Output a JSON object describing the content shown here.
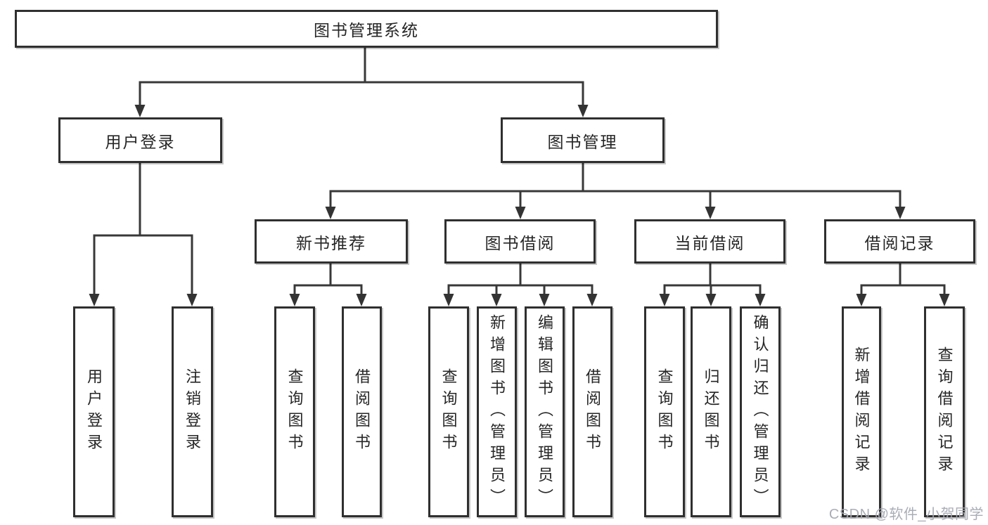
{
  "diagram": {
    "root_label": "图书管理系统",
    "branches": [
      {
        "label": "用户登录",
        "children": [
          "用户登录",
          "注销登录"
        ]
      },
      {
        "label": "图书管理",
        "sections": [
          {
            "label": "新书推荐",
            "children": [
              "查询图书",
              "借阅图书"
            ]
          },
          {
            "label": "图书借阅",
            "children": [
              "查询图书",
              "新增图书（管理员）",
              "编辑图书（管理员）",
              "借阅图书"
            ]
          },
          {
            "label": "当前借阅",
            "children": [
              "查询图书",
              "归还图书",
              "确认归还（管理员）"
            ]
          },
          {
            "label": "借阅记录",
            "children": [
              "新增借阅记录",
              "查询借阅记录"
            ]
          }
        ]
      }
    ]
  },
  "watermark": {
    "text": "CSDN @软件_小贺同学",
    "color": "#a5a9b2"
  },
  "colors": {
    "line": "#383838",
    "box_border": "#2f2f2f",
    "text": "#262626",
    "background": "#ffffff"
  }
}
